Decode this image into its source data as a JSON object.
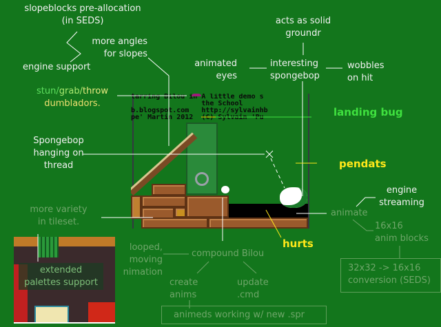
{
  "notes": {
    "slopeblocks": [
      "slopeblocks pre-allocation",
      "(in SEDS)"
    ],
    "more_angles": [
      "more angles",
      "for slopes"
    ],
    "engine_support": "engine support",
    "stun": {
      "stun": "stun/",
      "grab": "grab/",
      "throw": "throw",
      "line2": "dumbladors."
    },
    "acts_solid": [
      "acts as solid",
      "groundr"
    ],
    "animated_eyes": [
      "animated",
      "eyes"
    ],
    "interesting": [
      "interesting",
      "spongebop"
    ],
    "wobbles": [
      "wobbles",
      "on hit"
    ],
    "landing_bug": "landing bug",
    "spongebop_thread": [
      "Spongebop",
      "hanging on",
      "thread"
    ],
    "pendats": "pendats",
    "engine_streaming": [
      "engine",
      "streaming"
    ],
    "animate": "animate",
    "anim_blocks": [
      "16x16",
      "anim blocks"
    ],
    "conversion": [
      "32x32 -> 16x16",
      "conversion (SEDS)"
    ],
    "more_variety": [
      "more variety",
      "in tileset."
    ],
    "hurts": "hurts",
    "looped": [
      "looped,",
      "moving",
      "nimation"
    ],
    "compound": "compound Bilou",
    "create_anims": [
      "create",
      "anims"
    ],
    "update_cmd": [
      "update",
      ".cmd"
    ],
    "animeds": "animeds working w/ new .spr",
    "extended_palettes": [
      "extended",
      "palettes support"
    ]
  },
  "game_text": [
    "tarring Bilou in A little demo s",
    "                 the School",
    "b.blogspot.com   http://sylvainhb",
    "pe' Martin 2012  (C) Sylvain 'Pu"
  ],
  "colors": {
    "background": "#13761c",
    "stun": "#5fe05f",
    "grab": "#f0e070",
    "landing": "#3fe03f",
    "yellow": "#ffe81a",
    "dim": "#6fa66a"
  }
}
